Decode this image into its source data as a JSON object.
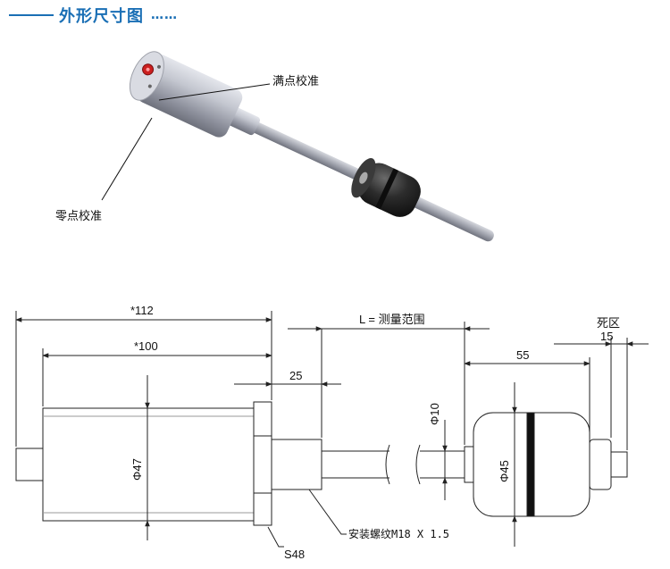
{
  "header": {
    "title": "外形尺寸图",
    "dots": "……"
  },
  "callouts": {
    "full_scale": "满点校准",
    "zero_point": "零点校准"
  },
  "dimensions": {
    "overall_length": "*112",
    "body_length": "*100",
    "diameter_body": "Φ47",
    "thread_length": "25",
    "measure_range": "L = 测量范围",
    "rod_diameter": "Φ10",
    "float_diameter": "Φ45",
    "float_length": "55",
    "dead_zone_label": "死区",
    "dead_zone_value": "15",
    "hex_size": "S48",
    "thread_spec": "安装螺纹M18 X 1.5"
  },
  "colors": {
    "accent": "#1a6fb5",
    "metal": "#b9bcc6",
    "float": "#2a2a2a",
    "led": "#cc1f1f"
  }
}
